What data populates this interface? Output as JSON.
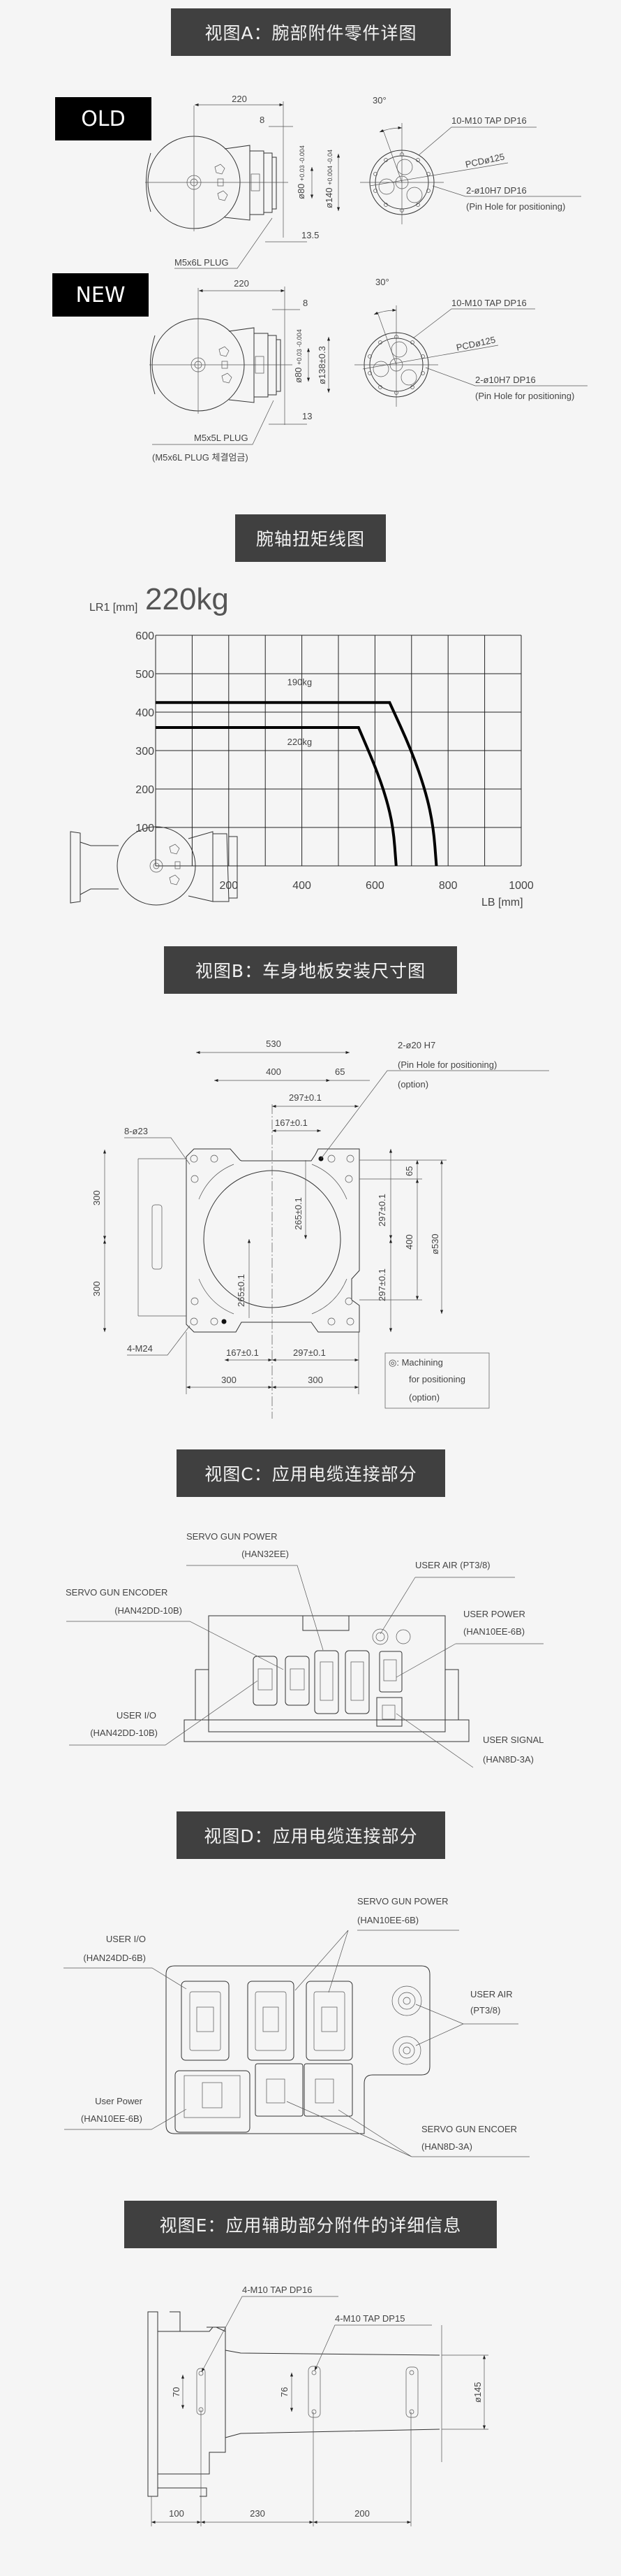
{
  "section_a": {
    "title": "视图A：腕部附件零件详图",
    "old": {
      "badge": "OLD",
      "dim_220": "220",
      "dim_8": "8",
      "dim_80": "ø80",
      "dim_80_tol": "+0.03 -0.004",
      "dim_140": "ø140",
      "dim_140_tol": "+0.004 -0.04",
      "dim_bottom": "13.5",
      "plug": "M5x6L PLUG",
      "angle": "30°",
      "tap": "10-M10 TAP DP16",
      "pcd": "PCDø125",
      "pin": "2-ø10H7 DP16",
      "pin_note": "(Pin Hole for positioning)"
    },
    "new": {
      "badge": "NEW",
      "dim_220": "220",
      "dim_8": "8",
      "dim_80": "ø80",
      "dim_80_tol": "+0.03 -0.004",
      "dim_138": "ø138±0.3",
      "dim_bottom": "13",
      "plug": "M5x5L PLUG",
      "plug_note": "(M5x6L PLUG 체결엄금)",
      "angle": "30°",
      "tap": "10-M10 TAP DP16",
      "pcd": "PCDø125",
      "pin": "2-ø10H7 DP16",
      "pin_note": "(Pin Hole for positioning)"
    }
  },
  "section_torque": {
    "title": "腕轴扭矩线图"
  },
  "chart_data": {
    "type": "line",
    "title": "220kg",
    "xlabel": "LB [mm]",
    "ylabel": "LR1 [mm]",
    "xlim": [
      0,
      1000
    ],
    "ylim": [
      0,
      600
    ],
    "x_ticks": [
      "200",
      "400",
      "600",
      "800",
      "1000"
    ],
    "y_ticks": [
      "100",
      "200",
      "300",
      "400",
      "500",
      "600"
    ],
    "grid": true,
    "series": [
      {
        "name": "190kg",
        "points": [
          [
            0,
            425
          ],
          [
            640,
            425
          ],
          [
            700,
            300
          ],
          [
            740,
            190
          ],
          [
            760,
            100
          ],
          [
            768,
            0
          ]
        ],
        "label_at": [
          360,
          470
        ]
      },
      {
        "name": "220kg",
        "points": [
          [
            0,
            360
          ],
          [
            555,
            360
          ],
          [
            600,
            260
          ],
          [
            630,
            180
          ],
          [
            650,
            100
          ],
          [
            658,
            0
          ]
        ],
        "label_at": [
          360,
          315
        ]
      }
    ]
  },
  "section_b": {
    "title": "视图B：车身地板安装尺寸图",
    "dim_530": "530",
    "dim_400": "400",
    "dim_65_top": "65",
    "pin": "2-ø20 H7",
    "pin_note": "(Pin Hole for positioning)",
    "pin_option": "(option)",
    "dim_297_top": "297±0.1",
    "dim_167_top": "167±0.1",
    "holes": "8-ø23",
    "dim_300_left_top": "300",
    "dim_300_left_bottom": "300",
    "dim_265_a": "265±0.1",
    "dim_265_b": "265±0.1",
    "dim_297_right_a": "297±0.1",
    "dim_297_right_b": "297±0.1",
    "dim_65_right": "65",
    "dim_400_right": "400",
    "dim_530_right": "ø530",
    "tap": "4-M24",
    "dim_167_bottom": "167±0.1",
    "dim_297_bottom": "297±0.1",
    "dim_300_bottom_left": "300",
    "dim_300_bottom_right": "300",
    "legend": [
      "◎: Machining",
      "for positioning",
      "(option)"
    ]
  },
  "section_c": {
    "title": "视图C：应用电缆连接部分",
    "labels": {
      "servo_power": [
        "SERVO GUN POWER",
        "(HAN32EE)"
      ],
      "user_air": [
        "USER AIR (PT3/8)"
      ],
      "servo_encoder": [
        "SERVO GUN ENCODER",
        "(HAN42DD-10B)"
      ],
      "user_power": [
        "USER POWER",
        "(HAN10EE-6B)"
      ],
      "user_io": [
        "USER I/O",
        "(HAN42DD-10B)"
      ],
      "user_signal": [
        "USER SIGNAL",
        "(HAN8D-3A)"
      ]
    }
  },
  "section_d": {
    "title": "视图D：应用电缆连接部分",
    "labels": {
      "servo_power": [
        "SERVO GUN POWER",
        "(HAN10EE-6B)"
      ],
      "user_io": [
        "USER I/O",
        "(HAN24DD-6B)"
      ],
      "user_air": [
        "USER AIR",
        "(PT3/8)"
      ],
      "user_power": [
        "User Power",
        "(HAN10EE-6B)"
      ],
      "servo_encoder": [
        "SERVO GUN ENCOER",
        "(HAN8D-3A)"
      ]
    }
  },
  "section_e": {
    "title": "视图E：应用辅助部分附件的详细信息",
    "tap_16": "4-M10 TAP DP16",
    "tap_15": "4-M10 TAP DP15",
    "dim_70": "70",
    "dim_76": "76",
    "dim_145": "ø145",
    "dim_100": "100",
    "dim_230": "230",
    "dim_200": "200"
  }
}
